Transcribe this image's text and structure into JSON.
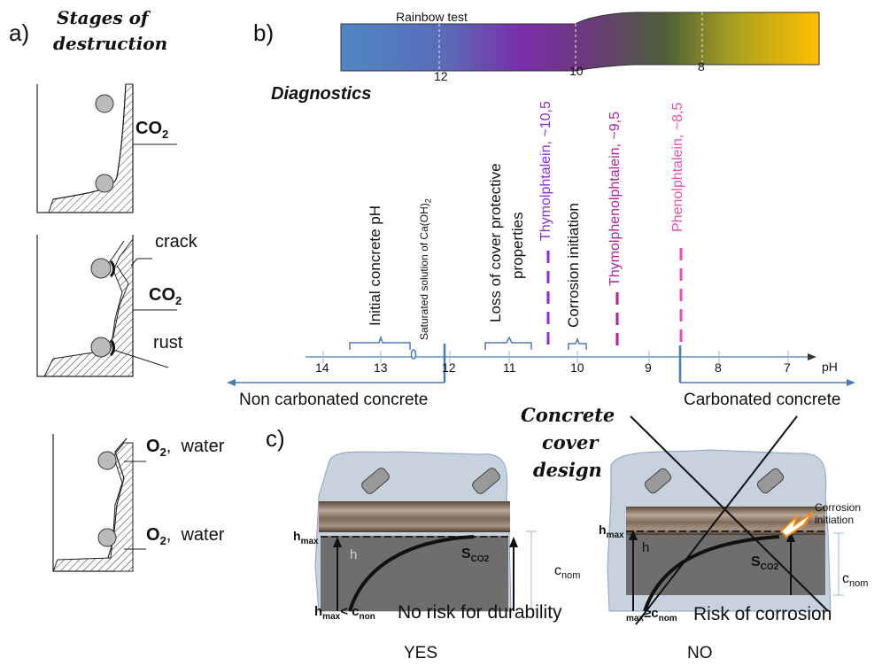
{
  "panel_a": {
    "label": "a)",
    "title_line1": "Stages of",
    "title_line2": "destruction",
    "co2_1": "CO",
    "co2_2": "CO",
    "sub2": "2",
    "crack": "crack",
    "rust": "rust",
    "o2_1": "O",
    "o2_2": "O",
    "water_1": "water",
    "water_2": "water"
  },
  "panel_b": {
    "label": "b)",
    "rainbow_title": "Rainbow test",
    "rainbow_ticks": [
      "12",
      "10",
      "8"
    ],
    "diagnostics": "Diagnostics",
    "axis_unit": "pH",
    "axis_ticks": [
      "14",
      "13",
      "12",
      "11",
      "10",
      "9",
      "8",
      "7"
    ],
    "vertical_labels": {
      "initial_ph": "Initial concrete pH",
      "saturated_base": "Saturated solution of Ca(OH)",
      "saturated_sub": "2",
      "loss_line1": "Loss of cover protective",
      "loss_line2": "properties",
      "corrosion_initiation": "Corrosion initiation",
      "thymolphthalein": "Thymolphtalein, ~10,5",
      "thymolphenolphthalein": "Thymolphenolphtalein, ~9,5",
      "phenolphthalein": "Phenolphtalein, ~8,5"
    },
    "non_carbonated": "Non carbonated concrete",
    "carbonated": "Carbonated concrete",
    "colors": {
      "thymol": "#8a2be2",
      "thymolphenol": "#b0209a",
      "phenol": "#e84fb0",
      "axis_blue": "#4a7ab8"
    }
  },
  "panel_c": {
    "label": "c)",
    "design_line1": "Concrete",
    "design_line2": "cover",
    "design_line3": "design",
    "hmax": "h",
    "hmax_sub": "max",
    "h": "h",
    "sco2": "S",
    "sco2_sub": "CO2",
    "cnom": "c",
    "cnom_sub": "nom",
    "left_condition": "h",
    "left_condition_sub": "max",
    "left_condition_rest": "< c",
    "left_condition_rest_sub": "non",
    "right_condition": "max",
    "right_condition_rest": "≥c",
    "right_condition_rest_sub": "nom",
    "no_risk": "No risk for durability",
    "risk": "Risk of corrosion",
    "corrosion_line1": "Corrosion",
    "corrosion_line2": "initiation",
    "yes": "YES",
    "no": "NO"
  }
}
